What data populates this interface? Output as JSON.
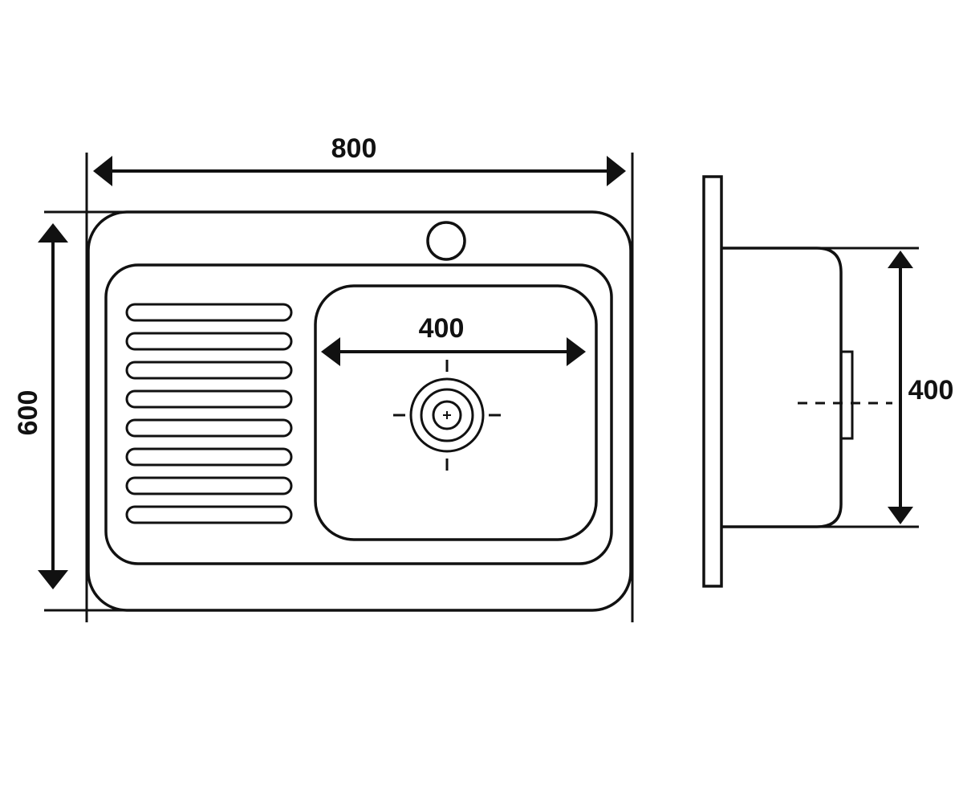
{
  "dimensions": {
    "overall_width": "800",
    "overall_depth": "600",
    "bowl_width": "400",
    "bowl_depth": "400"
  },
  "colors": {
    "line": "#111111",
    "background": "#ffffff"
  }
}
